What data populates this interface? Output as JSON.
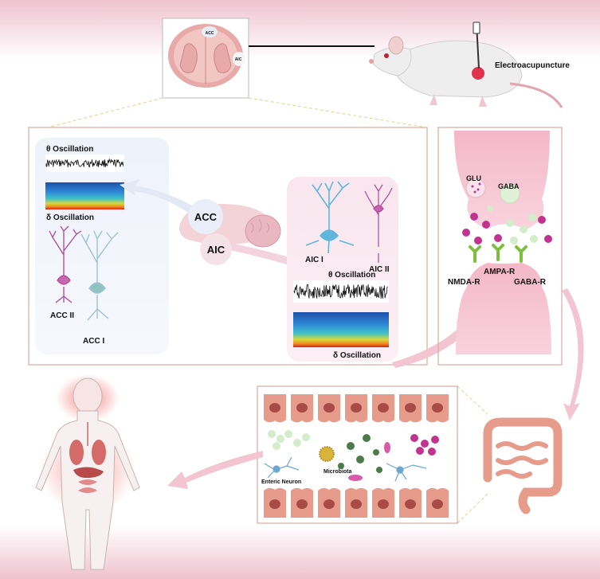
{
  "labels": {
    "brain_acc": "ACC",
    "brain_aic": "AIC",
    "electroacupuncture": "Electroacupuncture",
    "theta_left": "θ Oscillation",
    "delta_left": "δ Oscillation",
    "acc_big": "ACC",
    "aic_big": "AIC",
    "acc_ii": "ACC II",
    "acc_i": "ACC I",
    "aic_i": "AIC I",
    "aic_ii": "AIC II",
    "theta_right": "θ Oscillation",
    "delta_right": "δ Oscillation",
    "glu": "GLU",
    "gaba": "GABA",
    "ampa_r": "AMPA-R",
    "nmda_r": "NMDA-R",
    "gaba_r": "GABA-R",
    "enteric_neuron": "Enteric Neuron",
    "microbiota": "Microbiota"
  },
  "colors": {
    "band": "#f1c6d3",
    "panel_border": "#d9a9a0",
    "arrow": "#f3c5d2",
    "neuron_blue": "#5fb6dd",
    "neuron_purple": "#b0479a",
    "glu_vesicle": "#c2338f",
    "gaba_vesicle": "#d3ecc9",
    "receptor": "#7fbf3f",
    "gut_cell": "#e69b8b",
    "nucleus": "#a84a45"
  }
}
